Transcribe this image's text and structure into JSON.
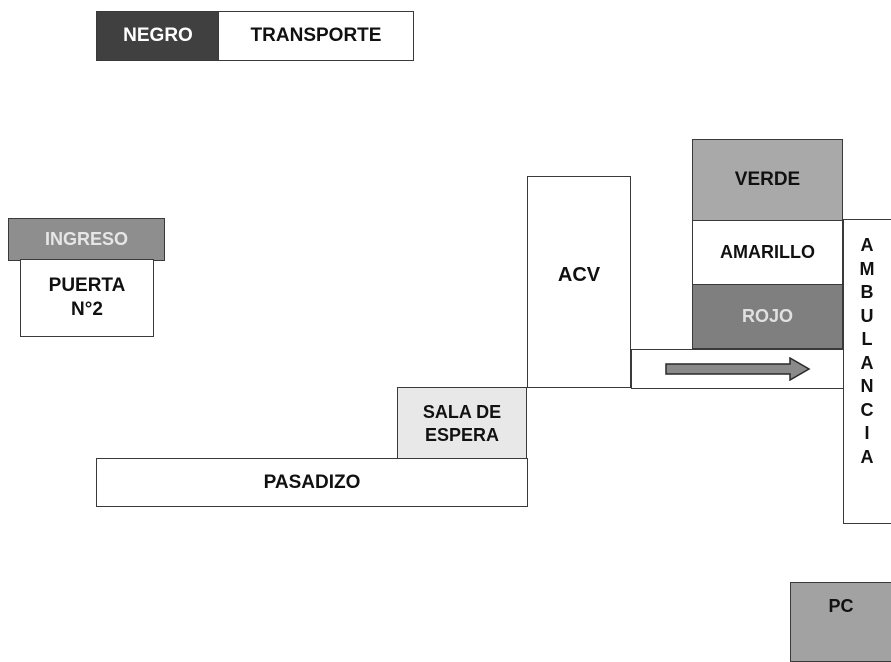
{
  "legend": {
    "negro": {
      "label": "NEGRO",
      "color": "#404040"
    },
    "transporte": {
      "label": "TRANSPORTE"
    }
  },
  "areas": {
    "ingreso": {
      "label": "INGRESO",
      "color": "#8e8e8e"
    },
    "puerta": {
      "line1": "PUERTA",
      "line2": "N°2"
    },
    "acv": {
      "label": "ACV"
    },
    "verde": {
      "label": "VERDE",
      "color": "#a9a9a9"
    },
    "amarillo": {
      "label": "AMARILLO"
    },
    "rojo": {
      "label": "ROJO",
      "color": "#7f7f7f"
    },
    "sala": {
      "line1": "SALA DE",
      "line2": "ESPERA",
      "color": "#e8e8e8"
    },
    "pasadizo": {
      "label": "PASADIZO"
    },
    "ambulancia": {
      "letters": [
        "A",
        "M",
        "B",
        "U",
        "L",
        "A",
        "N",
        "C",
        "I",
        "A"
      ]
    },
    "pc": {
      "label": "PC",
      "color": "#a2a2a2"
    }
  },
  "arrow": {
    "color": "#8a8a8a",
    "icon": "right-arrow"
  }
}
